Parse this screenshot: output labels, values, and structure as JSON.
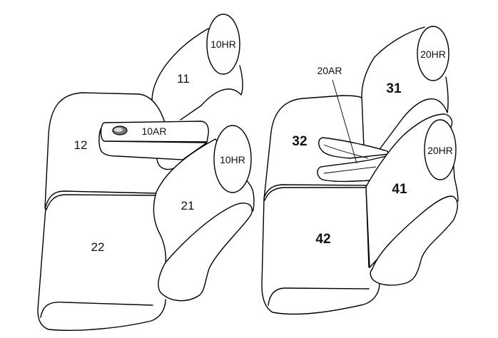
{
  "diagram": {
    "front_seats": {
      "headrest_upper": "10HR",
      "seatback_upper": "11",
      "armrest": "10AR",
      "seatback_left": "12",
      "headrest_lower": "10HR",
      "seatback_lower": "21",
      "cushion": "22"
    },
    "rear_seats": {
      "armrest": "20AR",
      "headrest_upper": "20HR",
      "seatback_upper": "31",
      "seatback_left": "32",
      "headrest_lower": "20HR",
      "seatback_lower": "41",
      "cushion": "42"
    }
  }
}
